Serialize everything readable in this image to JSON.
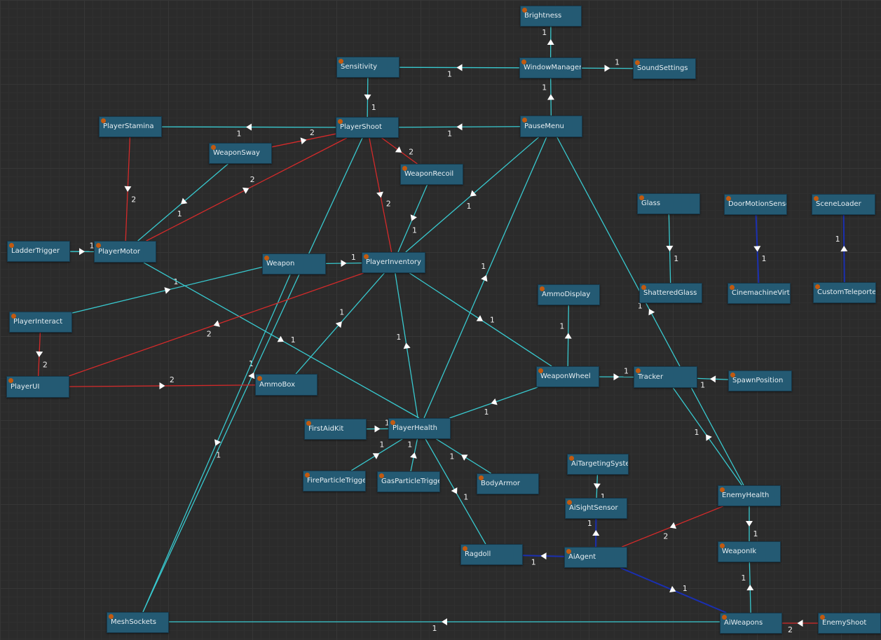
{
  "colors": {
    "background": "#2b2b2b",
    "node_fill": "#245a73",
    "node_dot": "#c25a10",
    "edge_cyan": "#38c9cf",
    "edge_red": "#d42a2a",
    "edge_blue": "#1a2fb0",
    "arrow": "#ffffff"
  },
  "nodes": [
    {
      "id": "Brightness",
      "label": "Brightness"
    },
    {
      "id": "Sensitivity",
      "label": "Sensitivity"
    },
    {
      "id": "WindowManager",
      "label": "WindowManager"
    },
    {
      "id": "SoundSettings",
      "label": "SoundSettings"
    },
    {
      "id": "PlayerStamina",
      "label": "PlayerStamina"
    },
    {
      "id": "PlayerShoot",
      "label": "PlayerShoot"
    },
    {
      "id": "PauseMenu",
      "label": "PauseMenu"
    },
    {
      "id": "WeaponSway",
      "label": "WeaponSway"
    },
    {
      "id": "WeaponRecoil",
      "label": "WeaponRecoil"
    },
    {
      "id": "Glass",
      "label": "Glass"
    },
    {
      "id": "DoorMotionSensor",
      "label": "DoorMotionSensor"
    },
    {
      "id": "SceneLoader",
      "label": "SceneLoader"
    },
    {
      "id": "LadderTrigger",
      "label": "LadderTrigger"
    },
    {
      "id": "PlayerMotor",
      "label": "PlayerMotor"
    },
    {
      "id": "Weapon",
      "label": "Weapon"
    },
    {
      "id": "PlayerInventory",
      "label": "PlayerInventory"
    },
    {
      "id": "ShatteredGlass",
      "label": "ShatteredGlass"
    },
    {
      "id": "CinemachineVirtual",
      "label": "CinemachineVirtual"
    },
    {
      "id": "CustomTeleporter",
      "label": "CustomTeleporter"
    },
    {
      "id": "AmmoDisplay",
      "label": "AmmoDisplay"
    },
    {
      "id": "PlayerInteract",
      "label": "PlayerInteract"
    },
    {
      "id": "PlayerUI",
      "label": "PlayerUI"
    },
    {
      "id": "AmmoBox",
      "label": "AmmoBox"
    },
    {
      "id": "WeaponWheel",
      "label": "WeaponWheel"
    },
    {
      "id": "Tracker",
      "label": "Tracker"
    },
    {
      "id": "SpawnPosition",
      "label": "SpawnPosition"
    },
    {
      "id": "FirstAidKit",
      "label": "FirstAidKit"
    },
    {
      "id": "PlayerHealth",
      "label": "PlayerHealth"
    },
    {
      "id": "AiTargetingSystem",
      "label": "AiTargetingSystem"
    },
    {
      "id": "FireParticleTrigger",
      "label": "FireParticleTrigger"
    },
    {
      "id": "GasParticleTrigger",
      "label": "GasParticleTrigger"
    },
    {
      "id": "BodyArmor",
      "label": "BodyArmor"
    },
    {
      "id": "AiSightSensor",
      "label": "AiSightSensor"
    },
    {
      "id": "EnemyHealth",
      "label": "EnemyHealth"
    },
    {
      "id": "Ragdoll",
      "label": "Ragdoll"
    },
    {
      "id": "AiAgent",
      "label": "AiAgent"
    },
    {
      "id": "WeaponIk",
      "label": "WeaponIk"
    },
    {
      "id": "MeshSockets",
      "label": "MeshSockets"
    },
    {
      "id": "AiWeapons",
      "label": "AiWeapons"
    },
    {
      "id": "EnemyShoot",
      "label": "EnemyShoot"
    }
  ],
  "edges": [
    {
      "from": "WindowManager",
      "to": "Brightness",
      "label": "1",
      "color": "cyan"
    },
    {
      "from": "WindowManager",
      "to": "Sensitivity",
      "label": "1",
      "color": "cyan"
    },
    {
      "from": "WindowManager",
      "to": "SoundSettings",
      "label": "1",
      "color": "cyan"
    },
    {
      "from": "PauseMenu",
      "to": "WindowManager",
      "label": "1",
      "color": "cyan"
    },
    {
      "from": "Sensitivity",
      "to": "PlayerShoot",
      "label": "1",
      "color": "cyan"
    },
    {
      "from": "PauseMenu",
      "to": "PlayerShoot",
      "label": "1",
      "color": "cyan"
    },
    {
      "from": "PlayerShoot",
      "to": "PlayerStamina",
      "label": "1",
      "color": "cyan"
    },
    {
      "from": "WeaponSway",
      "to": "PlayerShoot",
      "label": "2",
      "color": "red"
    },
    {
      "from": "PlayerShoot",
      "to": "WeaponRecoil",
      "label": "2",
      "color": "red"
    },
    {
      "from": "PlayerStamina",
      "to": "PlayerMotor",
      "label": "2",
      "color": "red"
    },
    {
      "from": "WeaponSway",
      "to": "PlayerMotor",
      "label": "1",
      "color": "cyan"
    },
    {
      "from": "PlayerMotor",
      "to": "PlayerShoot",
      "label": "2",
      "color": "red"
    },
    {
      "from": "PlayerShoot",
      "to": "PlayerInventory",
      "label": "2",
      "color": "red"
    },
    {
      "from": "MeshSockets",
      "to": "PlayerShoot",
      "label": "1",
      "color": "cyan"
    },
    {
      "from": "WeaponRecoil",
      "to": "PlayerInventory",
      "label": "1",
      "color": "cyan"
    },
    {
      "from": "PauseMenu",
      "to": "PlayerInventory",
      "label": "1",
      "color": "cyan"
    },
    {
      "from": "PlayerHealth",
      "to": "PauseMenu",
      "label": "1",
      "color": "cyan"
    },
    {
      "from": "EnemyHealth",
      "to": "PauseMenu",
      "label": "1",
      "color": "cyan"
    },
    {
      "from": "Glass",
      "to": "ShatteredGlass",
      "label": "1",
      "color": "cyan"
    },
    {
      "from": "DoorMotionSensor",
      "to": "CinemachineVirtual",
      "label": "1",
      "color": "blue"
    },
    {
      "from": "CustomTeleporter",
      "to": "SceneLoader",
      "label": "1",
      "color": "blue"
    },
    {
      "from": "LadderTrigger",
      "to": "PlayerMotor",
      "label": "1",
      "color": "cyan"
    },
    {
      "from": "Weapon",
      "to": "PlayerInventory",
      "label": "1",
      "color": "cyan"
    },
    {
      "from": "PlayerInteract",
      "to": "Weapon",
      "label": "1",
      "color": "cyan"
    },
    {
      "from": "Weapon",
      "to": "MeshSockets",
      "label": "1",
      "color": "cyan"
    },
    {
      "from": "PlayerMotor",
      "to": "PlayerHealth",
      "label": "1",
      "color": "cyan"
    },
    {
      "from": "PlayerInventory",
      "to": "PlayerUI",
      "label": "2",
      "color": "red"
    },
    {
      "from": "AmmoBox",
      "to": "PlayerInventory",
      "label": "1",
      "color": "cyan"
    },
    {
      "from": "PlayerHealth",
      "to": "PlayerInventory",
      "label": "1",
      "color": "cyan"
    },
    {
      "from": "PlayerInventory",
      "to": "WeaponWheel",
      "label": "1",
      "color": "cyan"
    },
    {
      "from": "WeaponWheel",
      "to": "AmmoDisplay",
      "label": "1",
      "color": "cyan"
    },
    {
      "from": "WeaponWheel",
      "to": "Tracker",
      "label": "1",
      "color": "cyan"
    },
    {
      "from": "SpawnPosition",
      "to": "Tracker",
      "label": "1",
      "color": "cyan"
    },
    {
      "from": "WeaponWheel",
      "to": "PlayerHealth",
      "label": "1",
      "color": "cyan"
    },
    {
      "from": "PlayerInteract",
      "to": "PlayerUI",
      "label": "2",
      "color": "red"
    },
    {
      "from": "PlayerUI",
      "to": "AmmoBox",
      "label": "2",
      "color": "red"
    },
    {
      "from": "FirstAidKit",
      "to": "PlayerHealth",
      "label": "1",
      "color": "cyan"
    },
    {
      "from": "FireParticleTrigger",
      "to": "PlayerHealth",
      "label": "1",
      "color": "cyan"
    },
    {
      "from": "GasParticleTrigger",
      "to": "PlayerHealth",
      "label": "1",
      "color": "cyan"
    },
    {
      "from": "BodyArmor",
      "to": "PlayerHealth",
      "label": "1",
      "color": "cyan"
    },
    {
      "from": "PlayerHealth",
      "to": "Ragdoll",
      "label": "1",
      "color": "cyan"
    },
    {
      "from": "EnemyHealth",
      "to": "Tracker",
      "label": "1",
      "color": "cyan"
    },
    {
      "from": "AiTargetingSystem",
      "to": "AiSightSensor",
      "label": "1",
      "color": "cyan"
    },
    {
      "from": "AiAgent",
      "to": "AiSightSensor",
      "label": "1",
      "color": "blue"
    },
    {
      "from": "EnemyHealth",
      "to": "AiAgent",
      "label": "2",
      "color": "red"
    },
    {
      "from": "EnemyHealth",
      "to": "WeaponIk",
      "label": "1",
      "color": "cyan"
    },
    {
      "from": "AiAgent",
      "to": "Ragdoll",
      "label": "1",
      "color": "blue"
    },
    {
      "from": "AiWeapons",
      "to": "WeaponIk",
      "label": "1",
      "color": "cyan"
    },
    {
      "from": "AiAgent",
      "to": "AiWeapons",
      "label": "1",
      "color": "blue"
    },
    {
      "from": "AiWeapons",
      "to": "MeshSockets",
      "label": "1",
      "color": "cyan"
    },
    {
      "from": "EnemyShoot",
      "to": "AiWeapons",
      "label": "2",
      "color": "white"
    }
  ]
}
